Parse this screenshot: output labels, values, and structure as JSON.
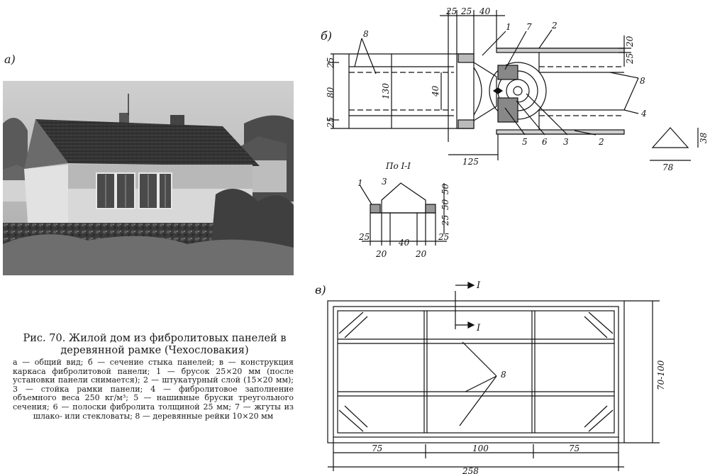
{
  "figure": {
    "panel_labels": {
      "a": "а)",
      "b": "б)",
      "v": "в)"
    },
    "caption_title": "Рис. 70. Жилой дом из фибролитовых панелей в деревянной рамке (Чехословакия)",
    "caption_legend": "а — общий вид; б — сечение стыка панелей; в — конструкция каркаса фибролитовой панели; 1 — брусок 25×20 мм (после установки панели снимается); 2 — штукатурный слой (15×20 мм); 3 — стойка рамки панели; 4 — фибролитовое заполнение объемного веса 250 кг/м³; 5 — нашивные бруски треугольного сечения; 6 — полоски фибролита толщиной 25 мм; 7 — жгуты из шлако- или стекловаты; 8 — деревянные рейки 10×20 мм"
  },
  "drawing_b": {
    "dims_top": [
      "25",
      "25",
      "40"
    ],
    "dims_left": [
      "25",
      "80",
      "25"
    ],
    "dim_inner_left": "130",
    "dim_inner_mid": "40",
    "dim_right_top": [
      "20",
      "25"
    ],
    "dim_bottom": "125",
    "callouts": [
      "8",
      "1",
      "7",
      "2",
      "8",
      "4",
      "5",
      "6",
      "3",
      "2"
    ],
    "triangle_dims": {
      "height": "38",
      "width": "78"
    }
  },
  "section_I": {
    "title": "По I-I",
    "callouts": [
      "1",
      "3"
    ],
    "dims_right": [
      "50",
      "50",
      "25"
    ],
    "dims_bottom": [
      "25",
      "20",
      "40",
      "20",
      "25"
    ]
  },
  "drawing_v": {
    "section_marks": [
      "I",
      "I"
    ],
    "callout": "8",
    "dims_bottom": [
      "75",
      "100",
      "75"
    ],
    "dim_total": "258",
    "dim_height": "70-100"
  }
}
